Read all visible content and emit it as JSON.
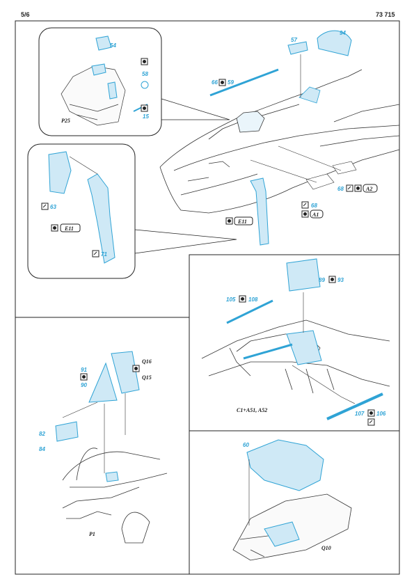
{
  "header": {
    "page": "5/6",
    "catalog": "73 715"
  },
  "labels": {
    "n54": "54",
    "n58": "58",
    "n15": "15",
    "n57": "57",
    "n94": "94",
    "n66": "66",
    "n59": "59",
    "n63": "63",
    "n71": "71",
    "n68": "68",
    "n68b": "68",
    "n105": "105",
    "n108": "108",
    "n89": "89",
    "n93": "93",
    "n91": "91",
    "n90": "90",
    "n82": "82",
    "n84": "84",
    "n107": "107",
    "n106": "106",
    "n60": "60",
    "p25": "P25",
    "e11a": "E11",
    "e11b": "E11",
    "a2": "A2",
    "a1": "A1",
    "q16": "Q16",
    "q15": "Q15",
    "c1": "C1+A51, A52",
    "p1": "P1",
    "q10": "Q10"
  },
  "colors": {
    "accent": "#2fa3d5",
    "part_fill": "#cfe9f6",
    "line": "#333333"
  }
}
